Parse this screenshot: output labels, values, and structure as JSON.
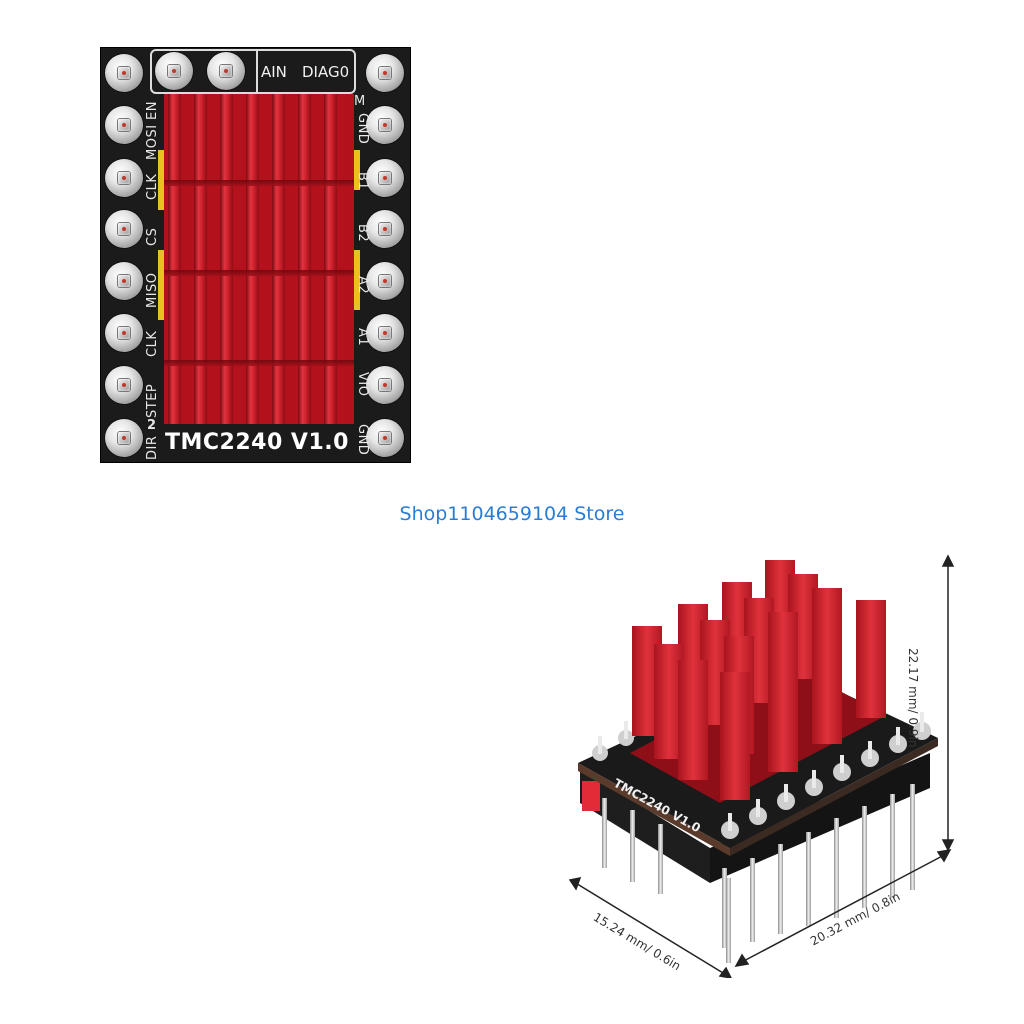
{
  "board_top": {
    "name": "TMC2240 V1.0",
    "top_labels": {
      "ain": "AIN",
      "diag": "DIAG0"
    },
    "left_pins": [
      "EN",
      "MOSI",
      "CLK",
      "CS",
      "MISO",
      "CLK",
      "STEP",
      "DIR"
    ],
    "right_pins": [
      "M",
      "GND",
      "B1",
      "B2",
      "A2",
      "A1",
      "VIO",
      "GND"
    ],
    "left_extra": "2",
    "heatsink_color": "#c81a25",
    "pcb_color": "#1b1b1b"
  },
  "store": {
    "name": "Shop1104659104 Store"
  },
  "product_3d": {
    "board_label": "TMC2240 V1.0",
    "dim_height": "22.17 mm/ 0.9in",
    "dim_width": "20.32 mm/ 0.8in",
    "dim_depth": "15.24 mm/ 0.6in"
  }
}
